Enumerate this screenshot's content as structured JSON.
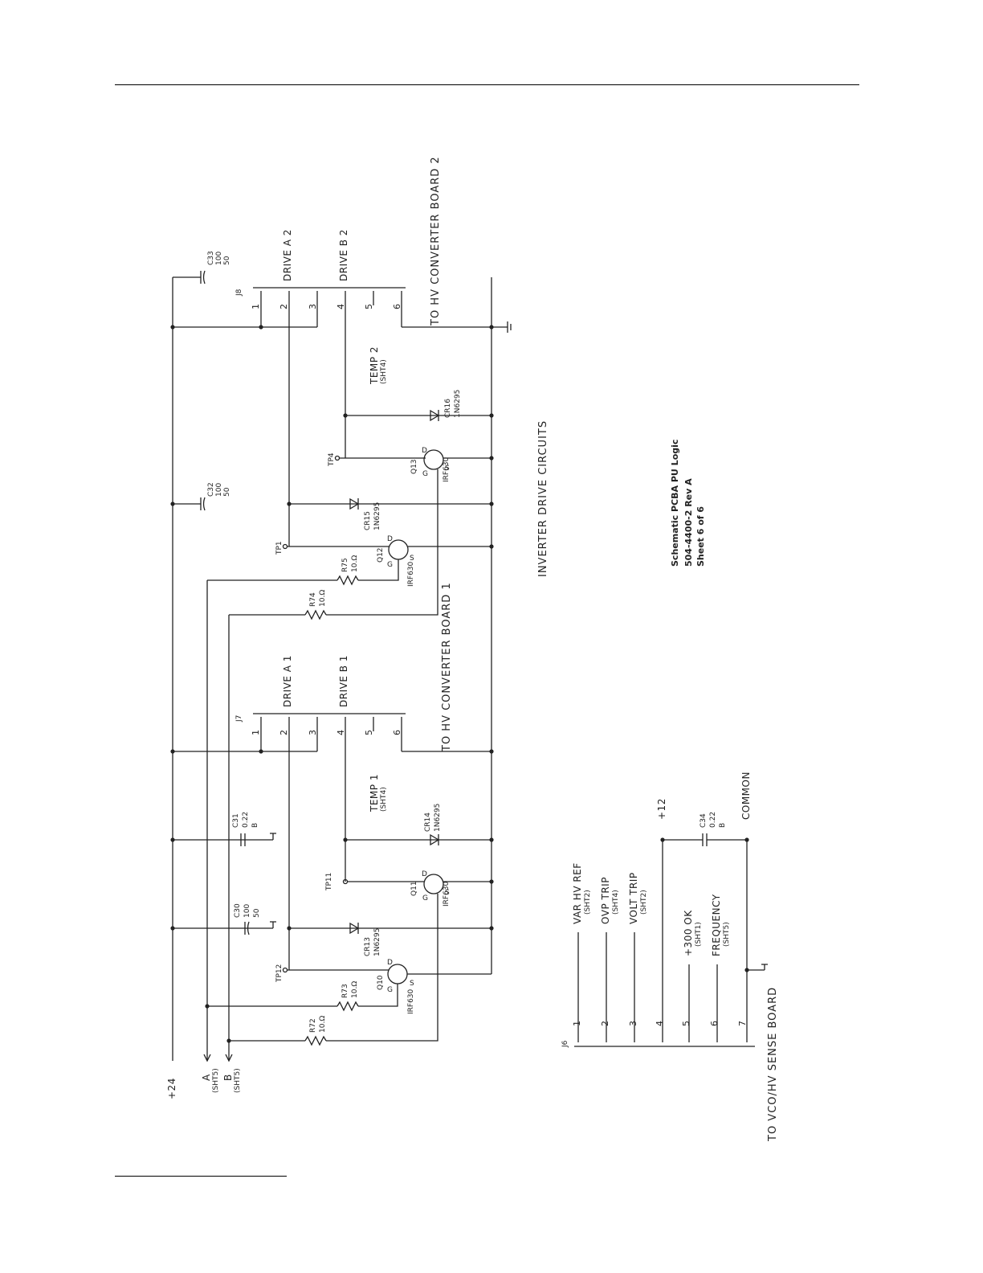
{
  "title": {
    "main": "Schematic PCBA PU Logic",
    "doc_number": "504-4400-2  Rev A",
    "sheet": "Sheet 6 of 6"
  },
  "section_label": "INVERTER DRIVE CIRCUITS",
  "connectors": {
    "j8": {
      "ref": "J8",
      "pins": [
        "1",
        "2",
        "3",
        "4",
        "5",
        "6"
      ],
      "label_drive_a": "DRIVE A 2",
      "label_drive_b": "DRIVE B 2",
      "destination": "TO HV CONVERTER BOARD 2",
      "temp": "TEMP 2",
      "temp_ref": "(SHT4)"
    },
    "j7": {
      "ref": "J7",
      "pins": [
        "1",
        "2",
        "3",
        "4",
        "5",
        "6"
      ],
      "label_drive_a": "DRIVE A 1",
      "label_drive_b": "DRIVE B 1",
      "destination": "TO HV CONVERTER BOARD 1",
      "temp": "TEMP 1",
      "temp_ref": "(SHT4)"
    },
    "j6": {
      "ref": "J6",
      "pins": [
        "1",
        "2",
        "3",
        "4",
        "5",
        "6",
        "7"
      ],
      "destination": "TO VCO/HV SENSE BOARD",
      "signals": [
        {
          "name": "VAR HV REF",
          "ref": "(SHT2)"
        },
        {
          "name": "OVP TRIP",
          "ref": "(SHT4)"
        },
        {
          "name": "VOLT TRIP",
          "ref": "(SHT2)"
        },
        {
          "name": "+12",
          "ref": ""
        },
        {
          "name": "+300 OK",
          "ref": "(SHT1)"
        },
        {
          "name": "FREQUENCY",
          "ref": "(SHT5)"
        },
        {
          "name": "COMMON",
          "ref": ""
        }
      ]
    }
  },
  "inputs": {
    "p24": "+24",
    "a": "A",
    "a_ref": "(SHT5)",
    "b": "B",
    "b_ref": "(SHT5)"
  },
  "capacitors": {
    "c33": {
      "ref": "C33",
      "v1": "100",
      "v2": "50"
    },
    "c32": {
      "ref": "C32",
      "v1": "100",
      "v2": "50"
    },
    "c31": {
      "ref": "C31",
      "v1": "0.22",
      "v2": "B"
    },
    "c30": {
      "ref": "C30",
      "v1": "100",
      "v2": "50"
    },
    "c34": {
      "ref": "C34",
      "v1": "0.22",
      "v2": "B"
    }
  },
  "resistors": {
    "r75": {
      "ref": "R75",
      "value": "10.Ω"
    },
    "r74": {
      "ref": "R74",
      "value": "10.Ω"
    },
    "r73": {
      "ref": "R73",
      "value": "10.Ω"
    },
    "r72": {
      "ref": "R72",
      "value": "10.Ω"
    }
  },
  "diodes": {
    "cr16": {
      "ref": "CR16",
      "part": "1N6295"
    },
    "cr15": {
      "ref": "CR15",
      "part": "1N6295"
    },
    "cr14": {
      "ref": "CR14",
      "part": "1N6295"
    },
    "cr13": {
      "ref": "CR13",
      "part": "1N6295"
    }
  },
  "transistors": {
    "q13": {
      "ref": "Q13",
      "part": "IRF630"
    },
    "q12": {
      "ref": "Q12",
      "part": "IRF630"
    },
    "q11": {
      "ref": "Q11",
      "part": "IRF630"
    },
    "q10": {
      "ref": "Q10",
      "part": "IRF630"
    }
  },
  "test_points": {
    "tp4": "TP4",
    "tp1": "TP1",
    "tp11": "TP11",
    "tp12": "TP12"
  },
  "pin_letters": {
    "g": "G",
    "d": "D",
    "s": "S"
  }
}
